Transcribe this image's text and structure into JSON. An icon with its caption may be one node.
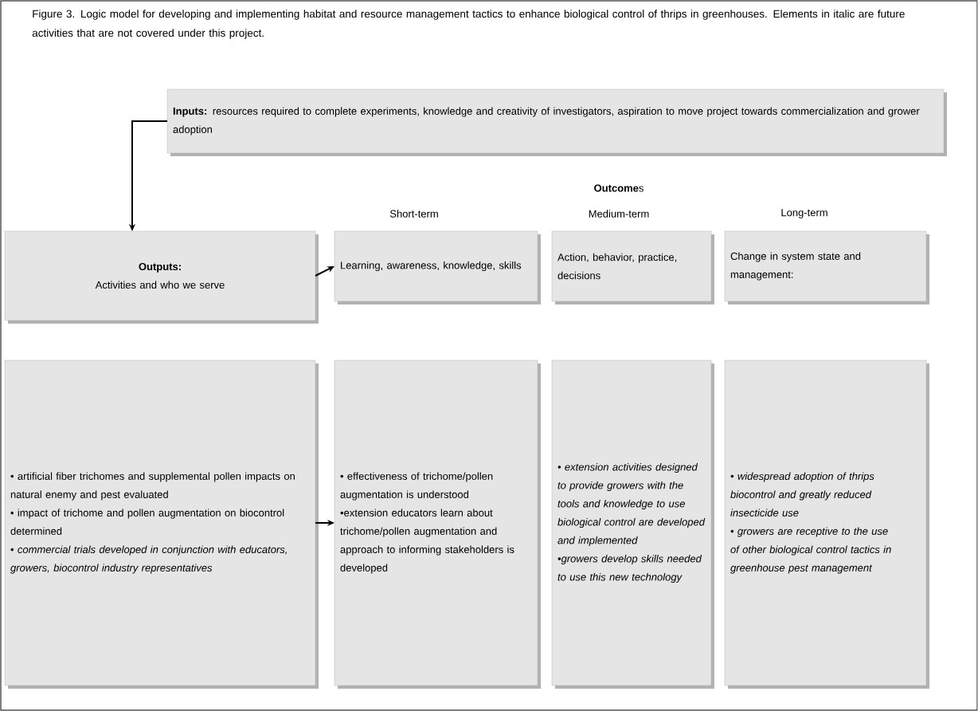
{
  "diagram": {
    "title": "Figure 3. Logic model for developing and implementing habitat and resource management tactics to enhance biological control of thrips in greenhouses. Elements in italic are future activities that are not covered under this project.",
    "nodes": [
      {
        "text": [
          "**Inputs:** resources required to complete experiments, knowledge and creativity of investigators, aspiration to move project towards commercialization and grower adoption"
        ]
      },
      {
        "text": [
          "Outputs:",
          "Activities and who we serve"
        ]
      },
      {
        "text": [
          "Learning, awareness, knowledge, skills"
        ]
      },
      {
        "text": [
          "Action, behavior, practice, decisions"
        ]
      },
      {
        "text": [
          "Change in system state and management:"
        ]
      },
      {
        "text": [
          "• artificial fiber trichomes and supplemental pollen impacts on natural enemy and pest evaluated",
          "• impact of trichome and pollen augmentation on biocontrol determined",
          "• *commercial trials developed in conjunction with educators, growers, biocontrol industry representatives*"
        ]
      },
      {
        "text": [
          "• effectiveness of trichome/pollen augmentation is understood",
          "•extension educators learn about trichome/pollen augmentation and approach to informing stakeholders is developed"
        ]
      },
      {
        "text": [
          "• extension activities designed to provide growers with the tools and knowledge to use biological control are developed and implemented",
          "•growers develop skills needed to use this new technology"
        ]
      },
      {
        "text": [
          "• widespread adoption of thrips biocontrol and greatly reduced insecticide use",
          "• growers are receptive to the use of other biological control tactics in greenhouse pest management"
        ]
      }
    ],
    "edges": [
      {
        "from": 0,
        "to": 1,
        "arrow": "to"
      },
      {
        "from": 1,
        "to": 2,
        "arrow": "to"
      },
      {
        "from": 5,
        "to": 6,
        "arrow": "to"
      }
    ],
    "labels": [
      "**Outcome**s",
      "Short-term",
      "Medium-term",
      "Long-term"
    ]
  }
}
